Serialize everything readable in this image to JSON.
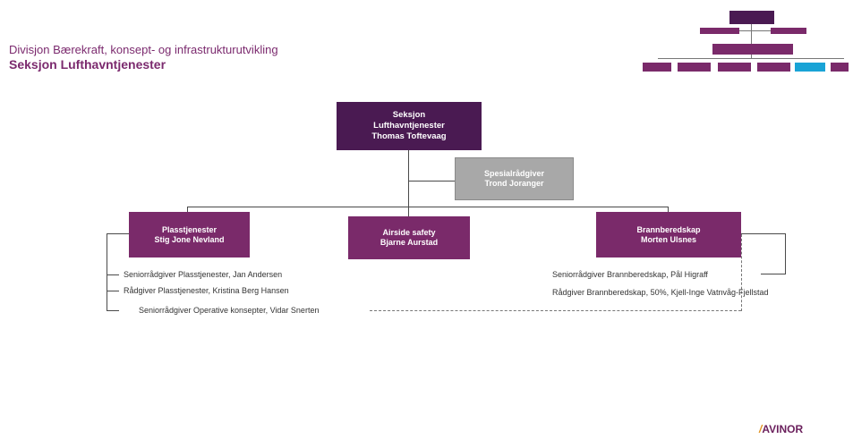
{
  "header": {
    "division": "Divisjon  Bærekraft, konsept- og infrastrukturutvikling",
    "section": "Seksjon Lufthavntjenester"
  },
  "org": {
    "top": {
      "line1": "Seksjon",
      "line2": "Lufthavntjenester",
      "line3": "Thomas Toftevaag"
    },
    "advisor": {
      "line1": "Spesialrådgiver",
      "line2": "Trond Joranger"
    },
    "units": [
      {
        "line1": "Plasstjenester",
        "line2": "Stig Jone Nevland"
      },
      {
        "line1": "Airside safety",
        "line2": "Bjarne Aurstad"
      },
      {
        "line1": "Brannberedskap",
        "line2": "Morten Ulsnes"
      }
    ],
    "left_staff": [
      "Seniorrådgiver  Plasstjenester, Jan Andersen",
      "Rådgiver  Plasstjenester, Kristina Berg Hansen",
      "Seniorrådgiver  Operative  konsepter, Vidar Snerten"
    ],
    "right_staff": [
      "Seniorrådgiver  Brannberedskap,  Pål Higraff",
      "Rådgiver  Brannberedskap,  50%,  Kjell-Inge  Vatnvåg-Fjellstad"
    ]
  },
  "colors": {
    "dark": "#4a1a52",
    "mid": "#7a2a6a",
    "grey": "#a8a8a8",
    "highlight": "#19a3d6"
  },
  "logo": {
    "text": "AVINOR",
    "icon": "avinor-swoosh-icon"
  }
}
